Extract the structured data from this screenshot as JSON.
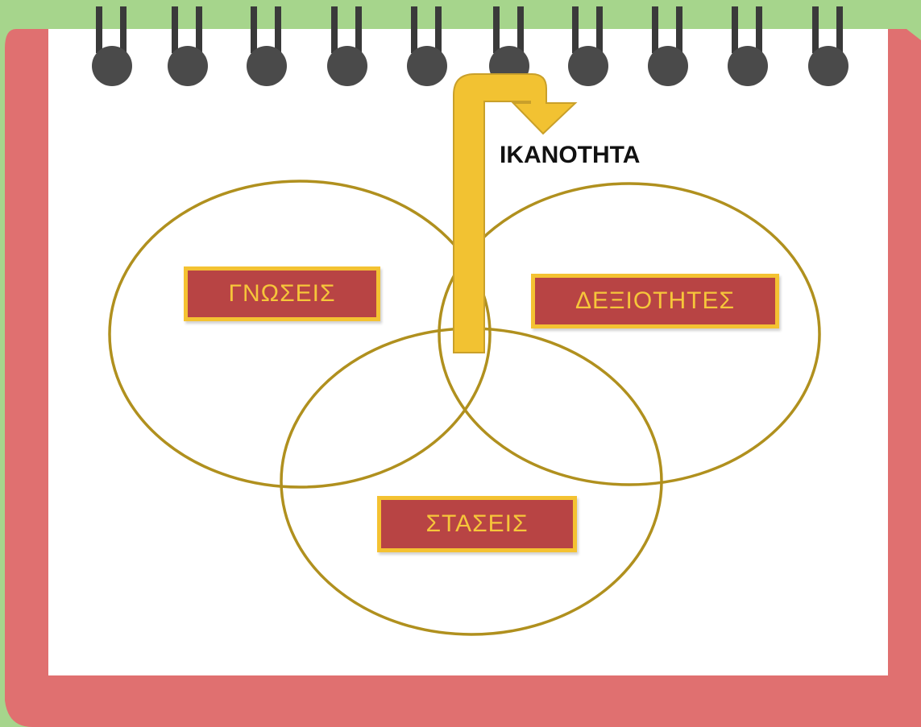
{
  "diagram": {
    "title": "ΙΚΑΝΟΤΗΤΑ",
    "circles": [
      {
        "id": "knowledge",
        "label": "ΓΝΩΣΕΙΣ"
      },
      {
        "id": "skills",
        "label": "ΔΕΞΙΟΤΗΤΕΣ"
      },
      {
        "id": "attitudes",
        "label": "ΣΤΑΣΕΙΣ"
      }
    ]
  },
  "colors": {
    "background_green": "#a6d58c",
    "notebook_red": "#e07070",
    "page_white": "#ffffff",
    "ring_dark": "#4a4a4a",
    "circle_outline": "#b0901e",
    "arrow_yellow": "#f2c232",
    "label_fill": "#b84444",
    "label_text": "#f6c63a"
  },
  "icons": {
    "ring": "spiral-binding-ring-icon",
    "arrow": "bent-up-arrow-icon"
  }
}
